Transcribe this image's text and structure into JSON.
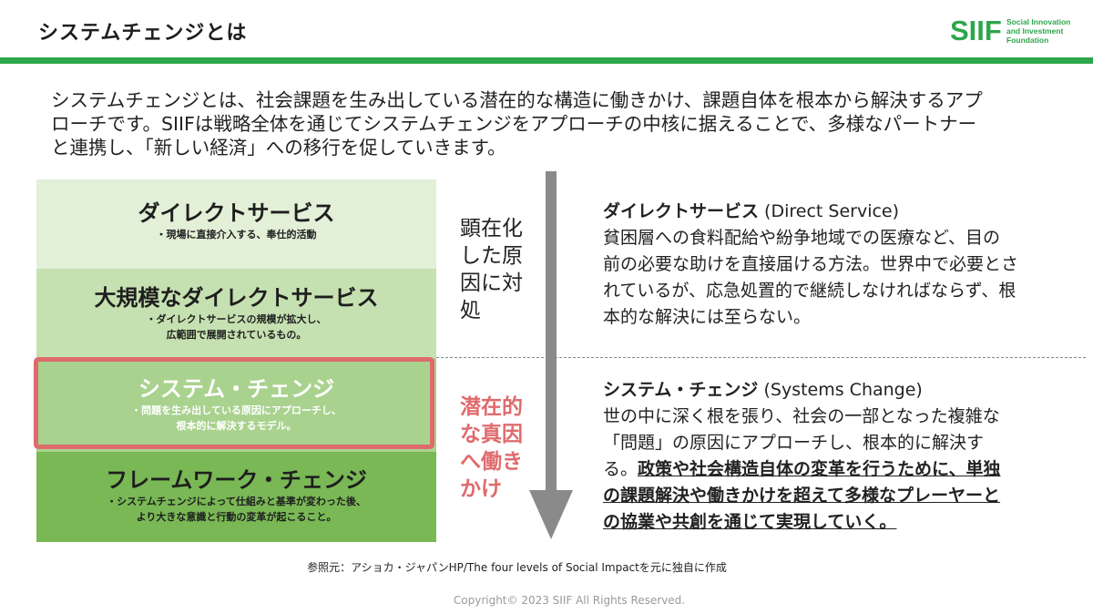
{
  "title": "システムチェンジとは",
  "logo": {
    "mark": "SIIF",
    "lines": [
      "Social Innovation",
      "and Investment",
      "Foundation"
    ]
  },
  "intro_lines": [
    "システムチェンジとは、社会課題を生み出している潜在的な構造に働きかけ、課題自体を根本から解決するアプ",
    "ローチです。SIIFは戦略全体を通じてシステムチェンジをアプローチの中核に据えることで、多様なパートナー",
    "と連携し、「新しい経済」への移行を促していきます。"
  ],
  "tiers": [
    {
      "title": "ダイレクトサービス",
      "sub": [
        "・現場に直接介入する、奉仕的活動"
      ]
    },
    {
      "title": "大規模なダイレクトサービス",
      "sub": [
        "・ダイレクトサービスの規模が拡大し、",
        "広範囲で展開されているもの。"
      ]
    },
    {
      "title": "システム・チェンジ",
      "sub": [
        "・問題を生み出している原因にアプローチし、",
        "根本的に解決するモデル。"
      ]
    },
    {
      "title": "フレームワーク・チェンジ",
      "sub": [
        "・システムチェンジによって仕組みと基準が変わった後、",
        "より大きな意識と行動の変革が起こること。"
      ]
    }
  ],
  "side_labels": {
    "top": [
      "顕在化",
      "した原",
      "因に対",
      "処"
    ],
    "bottom": [
      "潜在的",
      "な真因",
      "へ働き",
      "かけ"
    ]
  },
  "descriptions": {
    "direct": {
      "heading_ja": "ダイレクトサービス",
      "heading_en": " (Direct Service)",
      "lines": [
        "貧困層への食料配給や紛争地域での医療など、目の",
        "前の必要な助けを直接届ける方法。世界中で必要とさ",
        "れているが、応急処置的で継続しなければならず、根",
        "本的な解決には至らない。"
      ]
    },
    "systems": {
      "heading_ja": "システム・チェンジ",
      "heading_en": " (Systems Change)",
      "lines": [
        "世の中に深く根を張り、社会の一部となった複雑な",
        "「問題」の原因にアプローチし、根本的に解決す"
      ],
      "line3_plain": "る。",
      "emphasis_lines": [
        "政策や社会構造自体の変革を行うために、単独",
        "の課題解決や働きかけを超えて多様なプレーヤーと",
        "の協業や共創を通じて実現していく。"
      ]
    }
  },
  "reference": "参照元：アショカ・ジャパンHP/The four levels of Social Impactを元に独自に作成",
  "copyright": "Copyright© 2023 SIIF All Rights Reserved.",
  "colors": {
    "brand_green": "#2ea64b",
    "highlight_red": "#df6b6d",
    "tier1": "#e3f0d8",
    "tier2": "#c6e1b1",
    "tier3": "#a9d28e",
    "tier4": "#79b855",
    "arrow": "#8a8a8a"
  }
}
